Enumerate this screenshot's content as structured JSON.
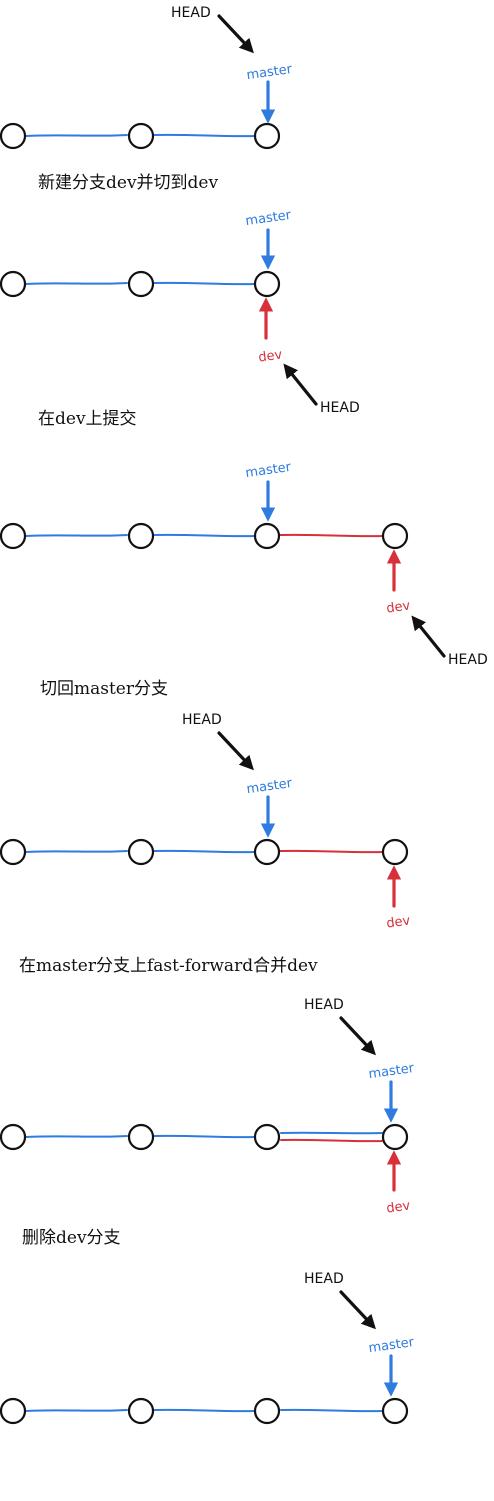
{
  "labels": {
    "head": "HEAD",
    "master": "master",
    "dev": "dev"
  },
  "captions": [
    "新建分支dev并切到dev",
    "在dev上提交",
    "切回master分支",
    "在master分支上fast-forward合并dev",
    "删除dev分支"
  ],
  "colors": {
    "master": "#2f7be0",
    "dev": "#d8303a",
    "head": "#111111",
    "commit_stroke": "#111111"
  },
  "stages": [
    {
      "commits": 3,
      "dev_commits": 0,
      "master_on": 3,
      "dev_on": null,
      "head_on": "master",
      "caption_after": 0
    },
    {
      "commits": 3,
      "dev_commits": 0,
      "master_on": 3,
      "dev_on": 3,
      "head_on": "dev",
      "caption_after": 1
    },
    {
      "commits": 3,
      "dev_commits": 1,
      "master_on": 3,
      "dev_on": 4,
      "head_on": "dev",
      "caption_after": 2
    },
    {
      "commits": 3,
      "dev_commits": 1,
      "master_on": 3,
      "dev_on": 4,
      "head_on": "master",
      "caption_after": 3
    },
    {
      "commits": 3,
      "dev_commits": 1,
      "master_on": 4,
      "dev_on": 4,
      "head_on": "master",
      "caption_after": 4
    },
    {
      "commits": 4,
      "dev_commits": 0,
      "master_on": 4,
      "dev_on": null,
      "head_on": "master",
      "caption_after": null
    }
  ]
}
